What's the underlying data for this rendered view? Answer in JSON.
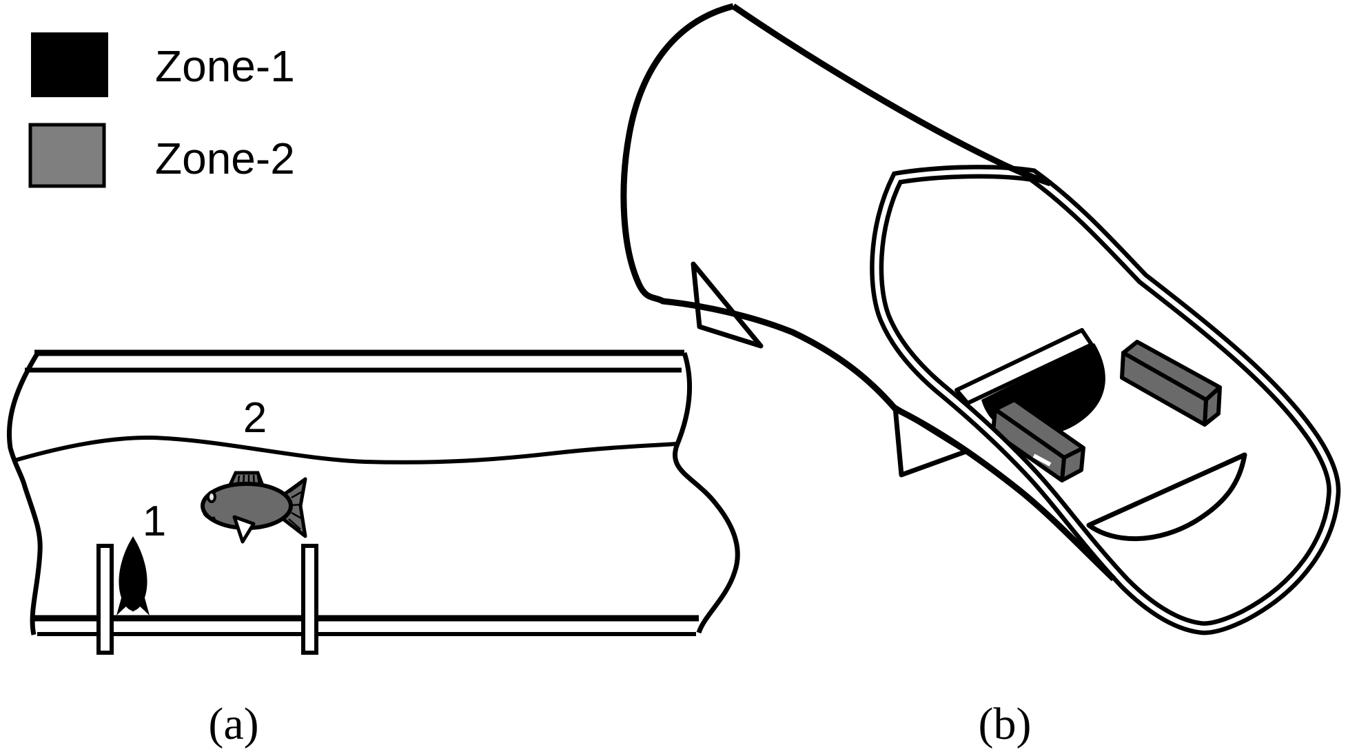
{
  "figure": {
    "background": "#ffffff",
    "line_color": "#000000",
    "legend": {
      "items": [
        {
          "name": "zone-1",
          "label": "Zone-1",
          "color": "#000000"
        },
        {
          "name": "zone-2",
          "label": "Zone-2",
          "color": "#7f7f7f"
        }
      ]
    },
    "panel_a": {
      "caption": "(a)",
      "zone1_marker": "1",
      "zone2_marker": "2",
      "fish_color": "#6a6a6a",
      "larva_color": "#000000",
      "post_color": "#ffffff"
    },
    "panel_b": {
      "caption": "(b)",
      "brick_color": "#6a6a6a",
      "wedge_color": "#000000",
      "plate_color": "#ffffff"
    }
  }
}
